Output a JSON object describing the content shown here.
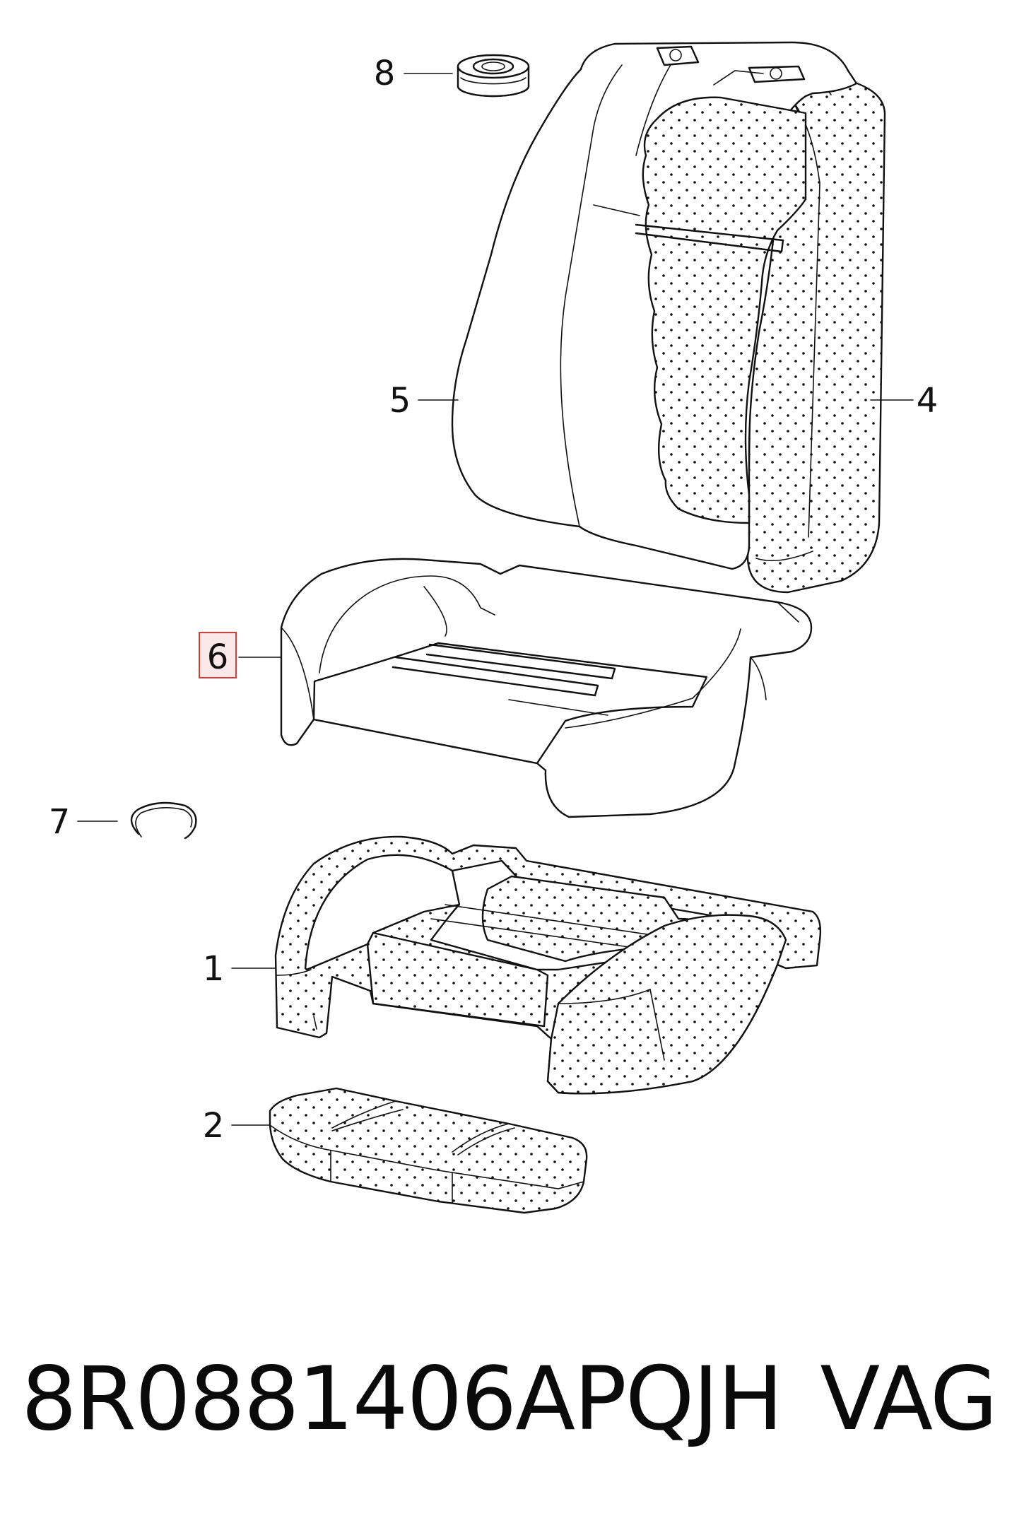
{
  "callouts": [
    {
      "number": "8"
    },
    {
      "number": "5"
    },
    {
      "number": "4"
    },
    {
      "number": "6",
      "highlighted": true
    },
    {
      "number": "7"
    },
    {
      "number": "1"
    },
    {
      "number": "2"
    }
  ],
  "highlight_color": "#d93a3a",
  "part_number": "8R0881406APQJH",
  "manufacturer": "VAG"
}
